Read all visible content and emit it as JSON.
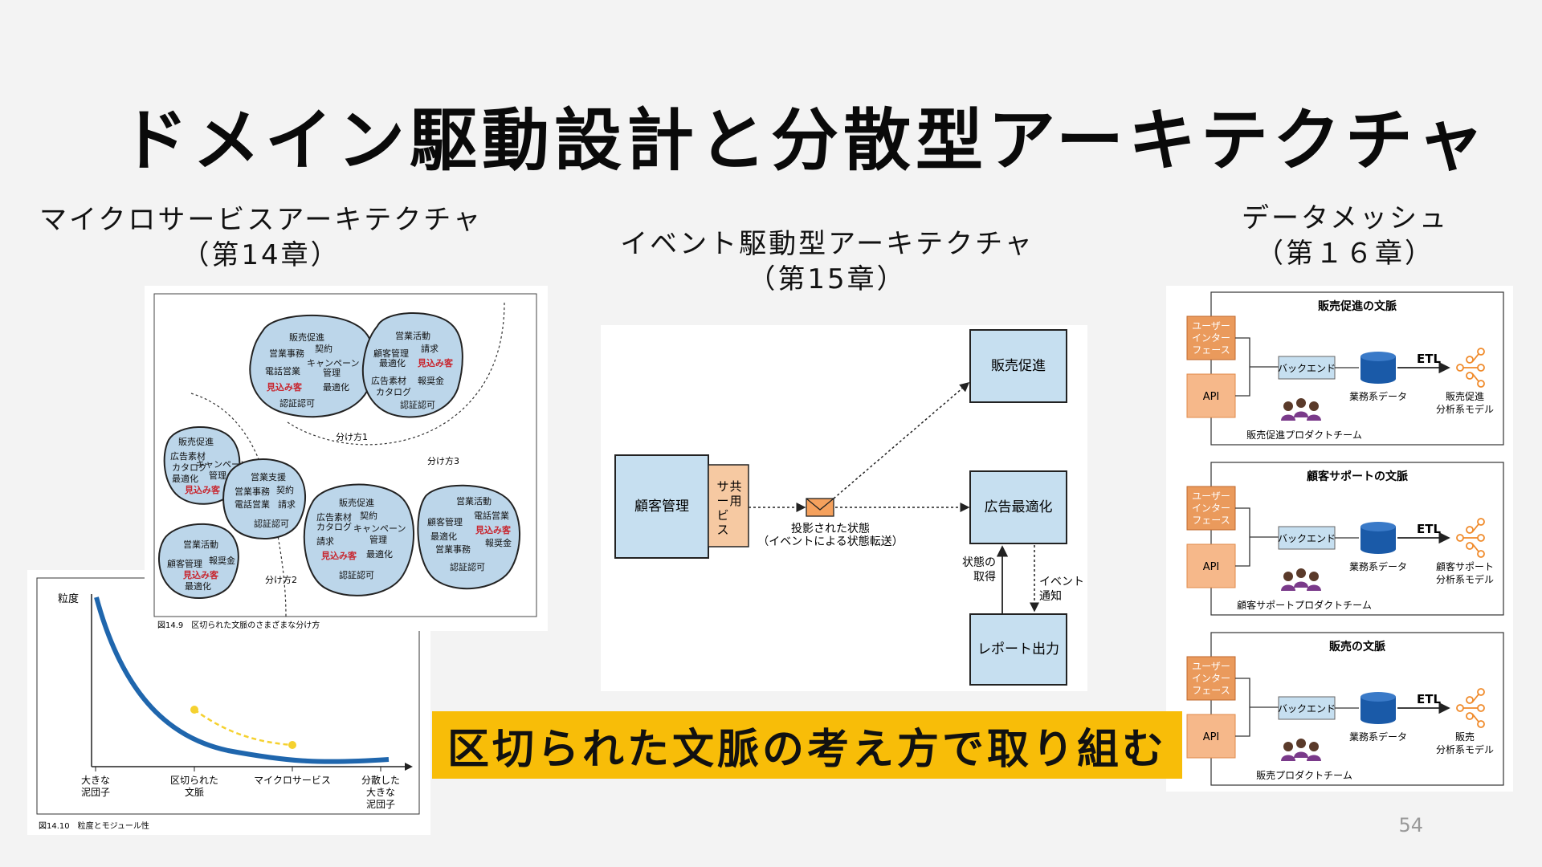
{
  "slide": {
    "title": "ドメイン駆動設計と分散型アーキテクチャ",
    "page_number": "54",
    "banner": "区切られた文脈の考え方で取り組む"
  },
  "left": {
    "heading": "マイクロサービスアーキテクチャ",
    "chapter": "（第14章）",
    "fig9": {
      "bubbles": [
        {
          "name": "販売促進",
          "items": [
            "販売促進",
            "営業事務",
            "契約",
            "キャンペーン",
            "電話営業",
            "管理",
            "最適化",
            "見込み客",
            "認証認可"
          ]
        },
        {
          "name": "営業活動",
          "items": [
            "営業活動",
            "顧客管理",
            "請求",
            "最適化",
            "見込み客",
            "広告素材",
            "報奨金",
            "カタログ",
            "認証認可"
          ]
        },
        {
          "name": "販売促進2",
          "items": [
            "販売促進",
            "広告素材",
            "カタログ",
            "キャンペーン",
            "最適化",
            "管理",
            "見込み客"
          ]
        },
        {
          "name": "営業支援",
          "items": [
            "営業支援",
            "営業事務",
            "契約",
            "電話営業",
            "請求",
            "認証認可"
          ]
        },
        {
          "name": "営業活動2",
          "items": [
            "営業活動",
            "顧客管理",
            "報奨金",
            "見込み客",
            "最適化"
          ]
        },
        {
          "name": "販売促進3",
          "items": [
            "販売促進",
            "広告素材",
            "契約",
            "カタログ",
            "キャンペーン",
            "請求",
            "管理",
            "見込み客",
            "最適化",
            "認証認可"
          ]
        },
        {
          "name": "営業活動3",
          "items": [
            "営業活動",
            "電話営業",
            "顧客管理",
            "見込み客",
            "最適化",
            "報奨金",
            "営業事務",
            "認証認可"
          ]
        }
      ],
      "labels": {
        "way1": "分け方1",
        "way2": "分け方2",
        "way3": "分け方3"
      },
      "caption": "図14.9　区切られた文脈のさまざまな分け方"
    },
    "fig10": {
      "ylabel": "粒度",
      "ticks": [
        "大きな\n泥団子",
        "区切られた\n文脈",
        "マイクロサービス",
        "分散した\n大きな\n泥団子"
      ],
      "caption": "図14.10　粒度とモジュール性"
    }
  },
  "center": {
    "heading": "イベント駆動型アーキテクチャ",
    "chapter": "（第15章）",
    "boxes": {
      "customer": "顧客管理",
      "shared": "共用サービス",
      "promo": "販売促進",
      "ad": "広告最適化",
      "report": "レポート出力"
    },
    "event_label": "投影された状態",
    "event_sub": "（イベントによる状態転送）",
    "state_get": "状態の取得",
    "event_notify": "イベント通知"
  },
  "right": {
    "heading": "データメッシュ",
    "chapter": "（第１６章）",
    "panels": [
      {
        "title": "販売促進の文脈",
        "model": [
          "販売促進",
          "分析系モデル"
        ],
        "team": "販売促進プロダクトチーム"
      },
      {
        "title": "顧客サポートの文脈",
        "model": [
          "顧客サポート",
          "分析系モデル"
        ],
        "team": "顧客サポートプロダクトチーム"
      },
      {
        "title": "販売の文脈",
        "model": [
          "販売",
          "分析系モデル"
        ],
        "team": "販売プロダクトチーム"
      }
    ],
    "ui_label": [
      "ユーザー",
      "インター",
      "フェース"
    ],
    "api_label": "API",
    "backend_label": "バックエンド",
    "db_label": "業務系データ",
    "etl_label": "ETL"
  },
  "colors": {
    "banner": "#f8bd08",
    "box_blue": "#c6dff0",
    "orange": "#f6b88a",
    "orange_dark": "#ea9a5c",
    "curve_blue": "#1f66ad",
    "highlight_yellow": "#f5d12f"
  }
}
